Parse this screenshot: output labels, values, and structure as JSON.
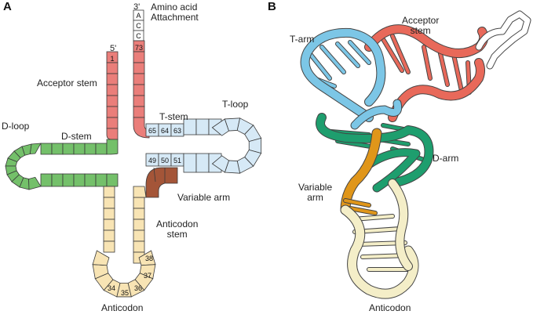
{
  "panels": {
    "a": "A",
    "b": "B"
  },
  "panel_a": {
    "three_prime": "3'",
    "five_prime": "5'",
    "tail_bases": [
      "A",
      "C",
      "C"
    ],
    "amino_acid_attachment": "Amino acid\nAttachment",
    "acceptor_stem": "Acceptor stem",
    "d_loop": "D-loop",
    "d_stem": "D-stem",
    "t_stem": "T-stem",
    "t_loop": "T-loop",
    "variable_arm": "Variable arm",
    "anticodon_stem": "Anticodon\nstem",
    "anticodon": "Anticodon",
    "numbers": {
      "n1": "1",
      "n73": "73",
      "n65": "65",
      "n64": "64",
      "n63": "63",
      "n49": "49",
      "n50": "50",
      "n51": "51",
      "n38": "38",
      "n37": "37",
      "n36": "36",
      "n35": "35",
      "n34": "34"
    }
  },
  "panel_b": {
    "t_arm": "T-arm",
    "acceptor_stem": "Acceptor\nstem",
    "d_arm": "D-arm",
    "variable_arm": "Variable\narm",
    "anticodon": "Anticodon"
  },
  "colors": {
    "acceptor": "#ea7e7a",
    "acceptor_3d": "#e8695a",
    "d_arm": "#74c06a",
    "d_arm_3d": "#1e9e6e",
    "t_arm": "#d6e9f6",
    "t_arm_3d": "#7cc6e6",
    "variable": "#a45538",
    "variable_3d": "#e0961a",
    "anticodon": "#f8e4b4",
    "anticodon_3d": "#f4eec8",
    "outline": "#3a3a3a",
    "tail": "#ffffff"
  }
}
